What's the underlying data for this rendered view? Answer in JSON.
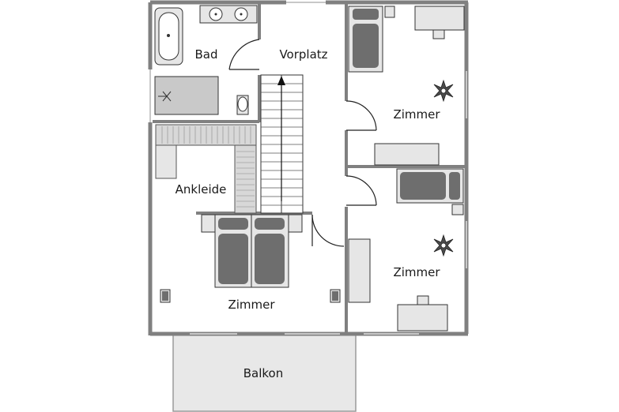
{
  "rooms": {
    "bad": "Bad",
    "vorplatz": "Vorplatz",
    "zimmer_top_right": "Zimmer",
    "ankleide": "Ankleide",
    "zimmer_mid_right": "Zimmer",
    "zimmer_master": "Zimmer",
    "balkon": "Balkon"
  },
  "colors": {
    "wall": "#808080",
    "fixture_fill": "#e6e6e6",
    "mattress": "#6e6e6e",
    "balcony": "#e8e8e8",
    "plant": "#4a4a4a"
  },
  "icons": [
    "plant-icon",
    "stair-arrow-icon"
  ]
}
